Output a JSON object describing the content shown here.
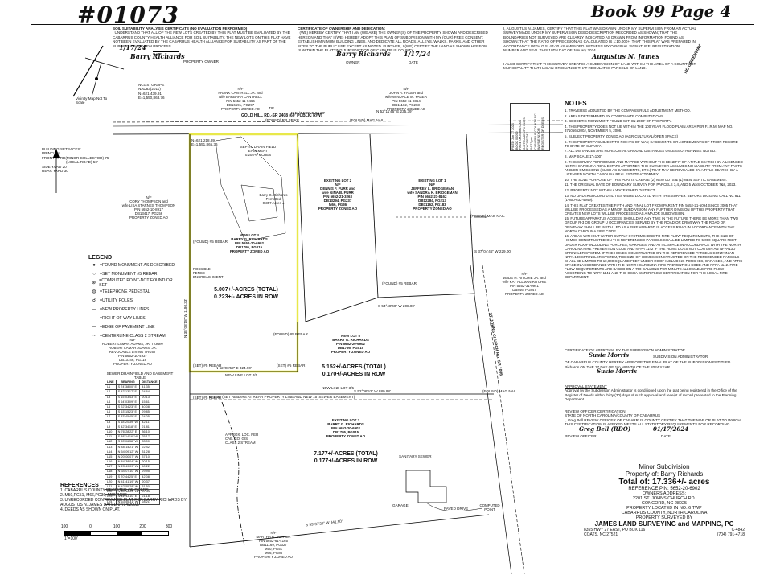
{
  "header": {
    "doc_number": "#01073",
    "book_page": "Book 99 Page 4"
  },
  "cert_soil": {
    "title": "SOIL SUITABILITY ANALYSIS CERTIFICATE (NO EVALUATION PERFORMED)",
    "body": "I UNDERSTAND THAT ALL OF THE NEW LOTS CREATED BY THIS PLAT MUST BE EVALUATED BY THE CABARRUS COUNTY HEALTH ALLIANCE FOR SOIL SUITABILITY. THE NEW LOTS ON THIS PLAT HAVE NOT BEEN EVALUATED BY THE CABARRUS HEALTH ALLIANCE FOR SUITABILITY AS PART OF THE SUBDIVISION REVIEW PROCESS.",
    "date_label": "DATE",
    "date_value": "1/17/24",
    "owner_label": "PROPERTY OWNER",
    "signature": "Barry Richards"
  },
  "cert_owner": {
    "title": "CERTIFICATE OF OWNERSHIP AND DEDICATION:",
    "body": "I (WE) HEREBY CERTIFY THAT I AM (WE ARE) THE OWNER(S) OF THE PROPERTY SHOWN AND DESCRIBED HEREON AND THAT I (WE) HEREBY ADOPT THIS PLAN OF SUBDIVISION WITH MY (OUR) FREE CONSENT, ESTABLISH MINIMUM BUILDING LINES, AND DEDICATE ALL ROADS, ALLEYS, WALKS, PARKS, AND OTHER SITES TO THE PUBLIC USE EXCEPT AS NOTED. FURTHER, I (WE) CERTIFY THE LAND AS SHOWN HEREON IS WITHIN THE PLATTING JURISDICTION OF CABARRUS COUNTY.",
    "signature": "Barry Richards",
    "date_value": "1/17/24",
    "owner_label": "OWNER",
    "date_label": "DATE"
  },
  "cert_surveyor": {
    "body": "I, AUGUSTUS N. JAMES, CERTIFY THAT THIS PLAT WAS DRAWN UNDER MY SUPERVISION FROM AN ACTUAL SURVEY MADE UNDER MY SUPERVISION DEED DESCRIPTION RECORDED AS SHOWN; THAT THE BOUNDARIES NOT SURVEYED ARE CLEARLY INDICATED AS DRAWN FROM INFORMATION FOUND AS SHOWN; THAT THE RATIO OF PRECISION AS CALCULATED IS 1:10,000+; THAT THIS PLAT WAS PREPARED IN ACCORDANCE WITH G.S. 47-30 AS AMENDED. WITNESS MY ORIGINAL SIGNATURE, REGISTRATION NUMBER AND SEAL THIS 10TH DAY OF January 2024.",
    "second": "I ALSO CERTIFY THAT THIS SURVEY CREATES A SUBDIVISION OF LAND WITHIN THE AREA OF A COUNTY OR MUNICIPALITY THAT HAS AN ORDINANCE THAT REGULATES PARCELS OF LAND.",
    "day": "10TH",
    "signature": "Augustus N. James"
  },
  "recording_stamp": {
    "lines": [
      "FILED Jan 17 2024",
      "BOOK 00099",
      "PAGE 0004 thru 0004",
      "INSTRUMENT # 01073",
      "EXCISE TAX",
      "04:27 pm",
      "CABARRUS COUNTY NC",
      "WAYNE NIXON",
      "REGISTER OF DEEDS"
    ]
  },
  "notes": {
    "title": "NOTES",
    "items": [
      "1. TRAVERSE ADJUSTED BY THE COMPASS RULE ADJUSTMENT METHOD.",
      "2. AREAS DETERMINED BY COORDINATE COMPUTATIONS.",
      "3. GEODETIC MONUMENT FOUND WITHIN 2000' OF PROPERTY.",
      "4. THIS PROPERTY DOES NOT LIE WITHIN THE 100 YEAR FLOOD PLAIN AREA PER F.I.R.M. MAP NO. 3710565200J, NOVEMBER 5, 2008.",
      "5. SUBJECT PROPERTY ZONED AO (AGRICULTURAL/OPEN SPACE)",
      "6. THIS PROPERTY SUBJECT TO RIGHTS-OF-WAY, EASEMENTS OR AGREEMENTS OF PRIOR RECORD TO DATE OF SURVEY.",
      "7. ALL DISTANCES ARE HORIZONTAL GROUND DISTANCES UNLESS OTHERWISE NOTED.",
      "8. MAP SCALE 1\"=100'",
      "9. THIS SURVEY PERFORMED AND MAPPED WITHOUT THE BENEFIT OF A TITLE SEARCH BY A LICENSED NORTH CAROLINA REAL ESTATE ATTORNEY. THE SURVEYOR ASSUMES NO LIABILITY FROM ANY FACTS AND/OR OMISSIONS (SUCH AS EASEMENTS, ETC.) THAT MAY BE REVEALED BY A TITLE SEARCH BY A LICENSED NORTH CAROLINA REAL ESTATE ATTORNEY.",
      "10. THE SOLE PURPOSE OF THIS PLAT IS CREATE (2) NEW LOTS & (1) NEW SEPTIC EASEMENT.",
      "11. THE ORIGINAL DATE OF BOUNDARY SURVEY FOR PARCELS 3,4, AND 5 WAS OCTOBER 7&8, 2023.",
      "12. PROPERTY NOT WITHIN A WATERSHED DISTRICT.",
      "13. NO UNDERGROUND UTILITIES WERE LOCATED WITH THIS SURVEY. BEFORE DIGGING CALL NC 811 (1-800-632-4949).",
      "14. THIS PLAT CREATES THE FIFTH AND FINAL LOT FROM PARENT PIN 5652-21-5094 SINCE 2005 THAT WILL BE PROCESSED AS A MINOR SUBDIVISION. ANY FURTHER DIVISION OF THIS PROPERTY THAT CREATES NEW LOTS WILL BE PROCESSED AS A MAJOR SUBDIVISION.",
      "15. FUTURE APPARATUS ACCESS: SHOULD AT ANY TIME IN THE FUTURE THERE BE MORE THAN TWO GROUP R-3 OR GROUP U OCCUPANCIES SERVED BY THE ROAD OR DRIVEWAY THE ROAD OR DRIVEWAY SHALL BE INSTALLED AS A FIRE APPARATUS ACCESS ROAD IN ACCORDANCE WITH THE NORTH CAROLINA FIRE CODE.",
      "16. AREAS WITHOUT WATER SUPPLY SYSTEMS: DUE TO FIRE FLOW REQUIREMENTS, THE SIZE OF HOMES CONSTRUCTED ON THE REFERENCED PARCELS SHALL BE LIMITED TO 5,000 SQUARE FEET UNDER ROOF INCLUDING PORCHES, GARAGES, AND ATTIC SPACE IN ACCORDANCE WITH THE NORTH CAROLINA FIRE PREVENTION CODE AND NFPA 1142 IF THE HOME DOES NOT CONTAIN AN NFPA13D SPRINKLER SYSTEM. IF THE HOMES CONSTRUCTED ON THE REFERENCED PARCELS CONTAIN AN NFPA 130 SPRINKLER SYSTEM, THE SIZE OF HOMES CONSTRUCTED ON THE REFERENCED PARCELS SHALL BE LIMITED TO 10,000 SQUARE FEET UNDER ROOF INCLUDING PORCHES, GARAGES, AND ATTIC SPACE IN ACCORDANCE WITH THE NORTH CAROLINA FIRE PREVENTION CODE AND NFPA 1142. FIRE FLOW REQUIREMENTS ARE BASED ON A 750 GALLONS PER MINUTE ALLOWABLE FIRE FLOW ACCORDING TO NFPA 1142 AND THE OSHA WATER FLOW CERTIFICATION FOR THE LOCAL FIRE DEPARTMENT."
    ]
  },
  "subdivision_approval": {
    "title": "CERTIFICATE OF APPROVAL BY THE SUBDIVISION ADMINISTRATOR",
    "admin_sig": "Susie Morris",
    "admin_label": "SUBDIVISION ADMINISTRATOR",
    "body": "OF CABARRUS COUNTY HEREBY APPROVE THE FINAL PLAT OF THE SUBDIVISION ENTITLED Richards ON THE 17 DAY OF Jan MONTH OF THE 2024 YEAR.",
    "year": "2024",
    "second_sig": "Susie Morris"
  },
  "approval_statement": {
    "title": "APPROVAL STATEMENT",
    "body": "Approval by the Subdivision Administrator is conditioned upon the plat being registered in the Office of the Register of Deeds within thirty (30) days of such approval and receipt of record presented to the Planning Department."
  },
  "review_officer": {
    "title": "REVIEW OFFICER CERTIFICATION",
    "state": "STATE OF NORTH CAROLINA/COUNTY OF CABARRUS",
    "body": "I, Greg Bell REVIEW OFFICER OF CABARRUS COUNTY CERTIFY THAT THE MAP OR PLAT TO WHICH THIS CERTIFICATION IS AFFIXED MEETS ALL STATUTORY REQUIREMENTS FOR RECORDING.",
    "sig": "Greg Bell (RDO)",
    "date": "01/17/2024",
    "left_label": "REVIEW OFFICER",
    "right_label": "DATE"
  },
  "title_block": {
    "line1": "Minor Subdivision",
    "line2": "Property of: Barry Richards",
    "total": "Total of: 17.336+/- acres",
    "ref_pin": "REFERENCE PIN: 5652-20-6902",
    "owners_title": "OWNERS ADDRESS:",
    "owner_addr1": "2201 ST. JOHNS CHURCH RD.",
    "owner_addr2": "CONCORD, NC 28025",
    "location1": "PROPERTY LOCATED IN NO. 6 TWP",
    "location2": "CABARRUS COUNTY, NORTH CAROLINA",
    "surveyed_by": "PROPERTY SURVEYED BY",
    "firm": "JAMES LAND SURVEYING and MAPPING, PC",
    "firm_addr1": "8355 HWY 27 EAST, PO BOX 116",
    "firm_addr2": "COATS, NC 27521",
    "license": "C-4842",
    "phone": "(704) 791-4718"
  },
  "legend": {
    "title": "LEGEND",
    "items": [
      {
        "sym": "●",
        "label": "=FOUND MONUMENT AS DESCRIBED"
      },
      {
        "sym": "○",
        "label": "=SET MONUMENT #5 REBAR"
      },
      {
        "sym": "⊗",
        "label": "=COMPUTED POINT-NOT FOUND OR SET"
      },
      {
        "sym": "◍",
        "label": "=TELEPHONE PEDESTAL"
      },
      {
        "sym": "☌",
        "label": "=UTILITY POLES"
      },
      {
        "sym": "—",
        "label": "=NEW PROPERTY LINES"
      },
      {
        "sym": "- -",
        "label": "=RIGHT OF WAY LINES"
      },
      {
        "sym": "—",
        "label": "=EDGE OF PAVEMENT LINE"
      },
      {
        "sym": "~",
        "label": "=CENTERLINE CLASS 2 STREAM"
      }
    ]
  },
  "setbacks": {
    "title": "BUILDING SETBACKS:",
    "principal": "PRINCIPAL",
    "front": "FRONT YARD(MINOR COLLECTOR) 75'",
    "local": "(LOCAL ROAD) 50'",
    "side": "SIDE YARD 20'",
    "rear": "REAR YARD 30'"
  },
  "easement_table": {
    "title": "SEWER DRAINFIELD AND EASEMENT TABLE",
    "headers": [
      "LINE",
      "BEARING",
      "DISTANCE"
    ],
    "rows": [
      [
        "L1",
        "S 74°38'00\" E",
        "41.35'"
      ],
      [
        "L2",
        "S 42°13'17\" E",
        "24.64'"
      ],
      [
        "L3",
        "S 15°03'43\" E",
        "20.13'"
      ],
      [
        "L4",
        "S 64°03'09\" E",
        "15.61'"
      ],
      [
        "L5",
        "S 22°34'23\" E",
        "40.08'"
      ],
      [
        "L6",
        "S 63°15'23\" E",
        "29.85'"
      ],
      [
        "L7",
        "S 33°45'45\" E",
        "24.05'"
      ],
      [
        "L8",
        "S 18°20'39\" W",
        "42.11'"
      ],
      [
        "L9",
        "S 42°34'18\" E",
        "21.81'"
      ],
      [
        "L10",
        "N 76°28'22\" E",
        "36.10'"
      ],
      [
        "L11",
        "S 38°14'16\" W",
        "25.17'"
      ],
      [
        "L12",
        "S 83°06'38\" W",
        "33.00'"
      ],
      [
        "L13",
        "N 48°14'21\" W",
        "22.42'"
      ],
      [
        "L14",
        "N 54°09'12\" W",
        "31.28'"
      ],
      [
        "L15",
        "N 20°00'07\" W",
        "37.10'"
      ],
      [
        "L16",
        "N 84°38'04\" W",
        "20.15'"
      ],
      [
        "L17",
        "N 23°49'09\" W",
        "50.22'"
      ],
      [
        "L18",
        "N 34°07'10\" W",
        "29.95'"
      ],
      [
        "L19",
        "S 70°44'25\" E",
        "42.08'"
      ],
      [
        "L20",
        "N 41°41'19\" W",
        "20.37'"
      ],
      [
        "L21",
        "N 42°55'28\" W",
        "31.50'"
      ],
      [
        "L22",
        "N 69°16'09\" W",
        "37.44'"
      ],
      [
        "L23",
        "N 12°13'10\" E",
        "21.18'"
      ],
      [
        "L24",
        "N 63°55'31\" W",
        "28.21'"
      ]
    ]
  },
  "references": {
    "title": "REFERENCES",
    "items": [
      "1. CABARRUS COUNTY REGISTER OF DEEDS",
      "2. M50,PG51, M66,PG36, M66,PG86",
      "3. UNRECORDED CONVEYANCE PLAT FOR BARRY RICHARDS BY AUGUSTUS N. JAMES DATED 07/14/2003.",
      "4. DEEDS AS SHOWN ON PLAT."
    ]
  },
  "scale": {
    "ticks": [
      "100",
      "0",
      "100",
      "200",
      "300"
    ],
    "text": "1\"=100'"
  },
  "roads": {
    "road1": "GOLD HILL RD.-SR 2408 (60' PUBLIC R/W)",
    "road2": "ST. JOHNS CHURCH RD. SR 1006",
    "road3": "NC GREENWAY",
    "ncgs": "NCGS \"GRAPE\" NAD83(2011) N=621,439.91 E=1,550,863.76",
    "vicinity": "Vicinity Map Not To Scale",
    "tie": "TIE"
  },
  "lots": {
    "lot4": {
      "label": "NEW LOT 4\nBARRY G. RICHARDS\nPIN 5652-20-6902\nDB1795, PG015\nPROPERTY ZONED AO",
      "acres1": "5.007+/-ACRES (TOTAL)",
      "acres2": "0.223+/- ACRES IN ROW"
    },
    "lot5": {
      "label": "NEW LOT 5\nBARRY G. RICHARDS\nPIN 5652-20-6902\nDB1795, PG015\nPROPERTY ZONED AO",
      "acres1": "5.152+/-ACRES (TOTAL)",
      "acres2": "0.170+/-ACRES IN ROW"
    },
    "lot3": {
      "label": "EXISTING LOT 3\nBARRY G. RICHARDS\nPIN 5652-20-6902\nDB1795, PG015\nPROPERTY ZONED AO",
      "acres1": "7.177+/-ACRES (TOTAL)",
      "acres2": "0.177+/-ACRES IN ROW"
    },
    "lot2": "EXISTING LOT 2\nN/F\nDENNIS F. FURR and\nwife GINA B. FURR\nPIN 5652-21-3263\nDB13294, PG237\nM66, PG36\nPROPERTY ZONED AO",
    "lot1": "EXISTING LOT 1\nN/F\nJEFFREY L. BRIDGEMAN\nwife SANDRA K. BRIDGEMAN\nPIN 5652-21-8162\nDB12284, PG213\nDB11162, PG183\nPROPERTY ZONED AO",
    "cantrell": "N/F\nFRANK CANTRELL JR. and\nwife BARBARA CANTRELL\nPIN 5652-11-9466\nDB16591, PG297\nPROPERTY ZONED AO",
    "yager": "N/F\nJOHN A. YAGER and\nwife WINDACE M. YAGER\nPIN 5652-11-8864\nDB11162, PG203\nPROPERTY ZONED AO",
    "thompson": "N/F\nCORY THOMPSON and\nwife LISA STARNES THOMPSON\nPIN 5652-10-8917\nDB13417, PG256\nPROPERTY ZONED AO",
    "adams": "N/F\nROBERT LAMAR ADAMS, JR. Trustee\nROBERT LAMAR ADAMS, JR.\nREVOCABLE LIVING TRUST\nPIN 5652-10-4937\nDB13146, PG118\nPROPERTY ZONED AO",
    "ritchie": "N/F\nWADE H. RITCHIE JR. and\nwife KAY ALLMAN RITCHIE\nPIN 5652-31-0941\nDB846, PG847\nPROPERTY ZONED AO",
    "suther": "N/F\nMARTHA R. SUTHER\nPIN 5652-61-4165\nDB11169, PG327\nM50, PG51\nM66, PG86\nPROPERTY ZONED AO",
    "easement": "SEPTIC DRAIN FIELD EASEMENT\n0.205+/- ACRES",
    "richards_easement": "Barry G. Richards\nPermitted\n0.357 Acres ±",
    "fence": "POSSIBLE\nFENCE\nENCROACHMENT",
    "stream": "APPROX. LOC. PER\nCAB. CO. GIS\nCLASS 2 STREAM",
    "new_line_45": "NEW LINE LOT 4/5",
    "new_line_35": "NEW LINE LOT 3/5",
    "rear_line": "671.00' (SET REBARS AT REAR PROPERTY LINE AND NEW 15' SEWER EASEMENT)",
    "sanitary": "SANITARY SEWER",
    "garage": "GARAGE",
    "paved": "PAVED DRIVE",
    "computed": "COMPUTED\nPOINT"
  },
  "dims": {
    "top1": "N 51°14'49\" E 86.00'",
    "top2": "N 52°11'45\" E 235.39'",
    "lot4_bottom": "N 52°06'52\" E 324.90'",
    "lot45_mid": "S 54°48'40\" W 208.00'",
    "lot3_rear": "S 52°06'52\" W 880.98'",
    "south": "S 53°37'26\" W 841.50'",
    "west": "N 38°03'18\" W 1180.33'",
    "east1": "S 37°04'45\" W 229.00'",
    "tag_found": "(FOUND) #5 REBAR",
    "tag_set": "(SET) #5 REBAR",
    "tag_mag": "(FOUND) MAG NAIL",
    "tag_spike": "(FOUND) RR SPIKE",
    "coords": "N=621,218.89 E=1,551,865.36"
  }
}
